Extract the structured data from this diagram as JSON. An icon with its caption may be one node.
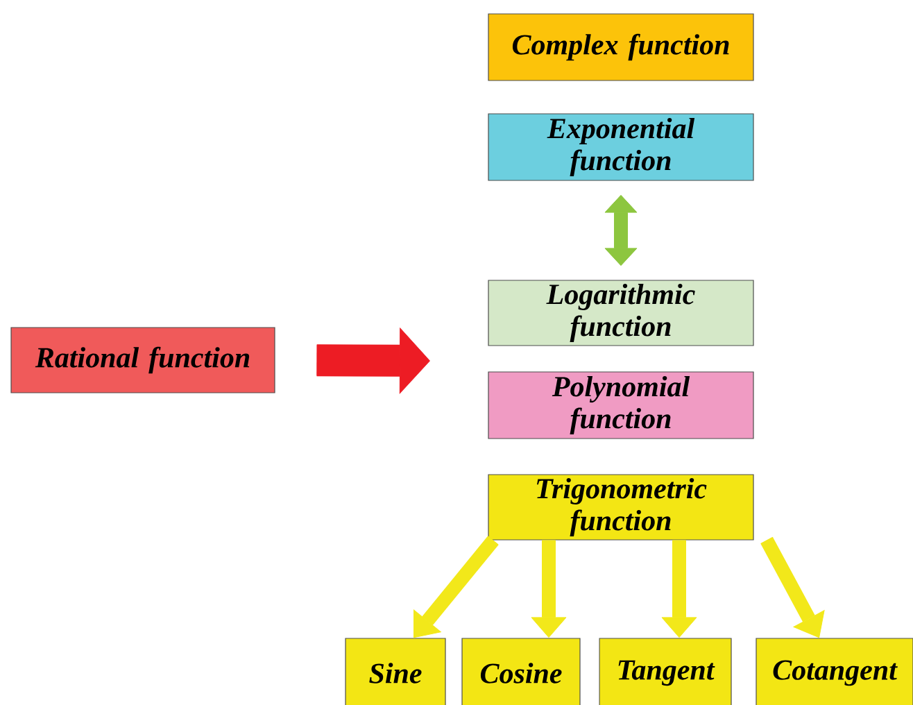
{
  "diagram": {
    "nodes": [
      {
        "text": [
          "Complex function"
        ]
      },
      {
        "text": [
          "Exponential function"
        ]
      },
      {
        "text": [
          "Logarithmic function"
        ]
      },
      {
        "text": [
          "Rational function"
        ]
      },
      {
        "text": [
          "Polynomial function"
        ]
      },
      {
        "text": [
          "Trigonometric function"
        ]
      },
      {
        "text": [
          "Sine"
        ]
      },
      {
        "text": [
          "Cosine"
        ]
      },
      {
        "text": [
          "Tangent"
        ]
      },
      {
        "text": [
          "Cotangent"
        ]
      }
    ],
    "edges": [
      {
        "from": 1,
        "to": 2,
        "arrow": "both",
        "color": "#8dc63f"
      },
      {
        "from": 3,
        "to": null,
        "arrow": "to",
        "style": "thick",
        "color": "#ed1c24"
      },
      {
        "from": 5,
        "to": 6,
        "arrow": "to"
      },
      {
        "from": 5,
        "to": 7,
        "arrow": "to"
      },
      {
        "from": 5,
        "to": 8,
        "arrow": "to"
      },
      {
        "from": 5,
        "to": 9,
        "arrow": "to"
      }
    ]
  }
}
